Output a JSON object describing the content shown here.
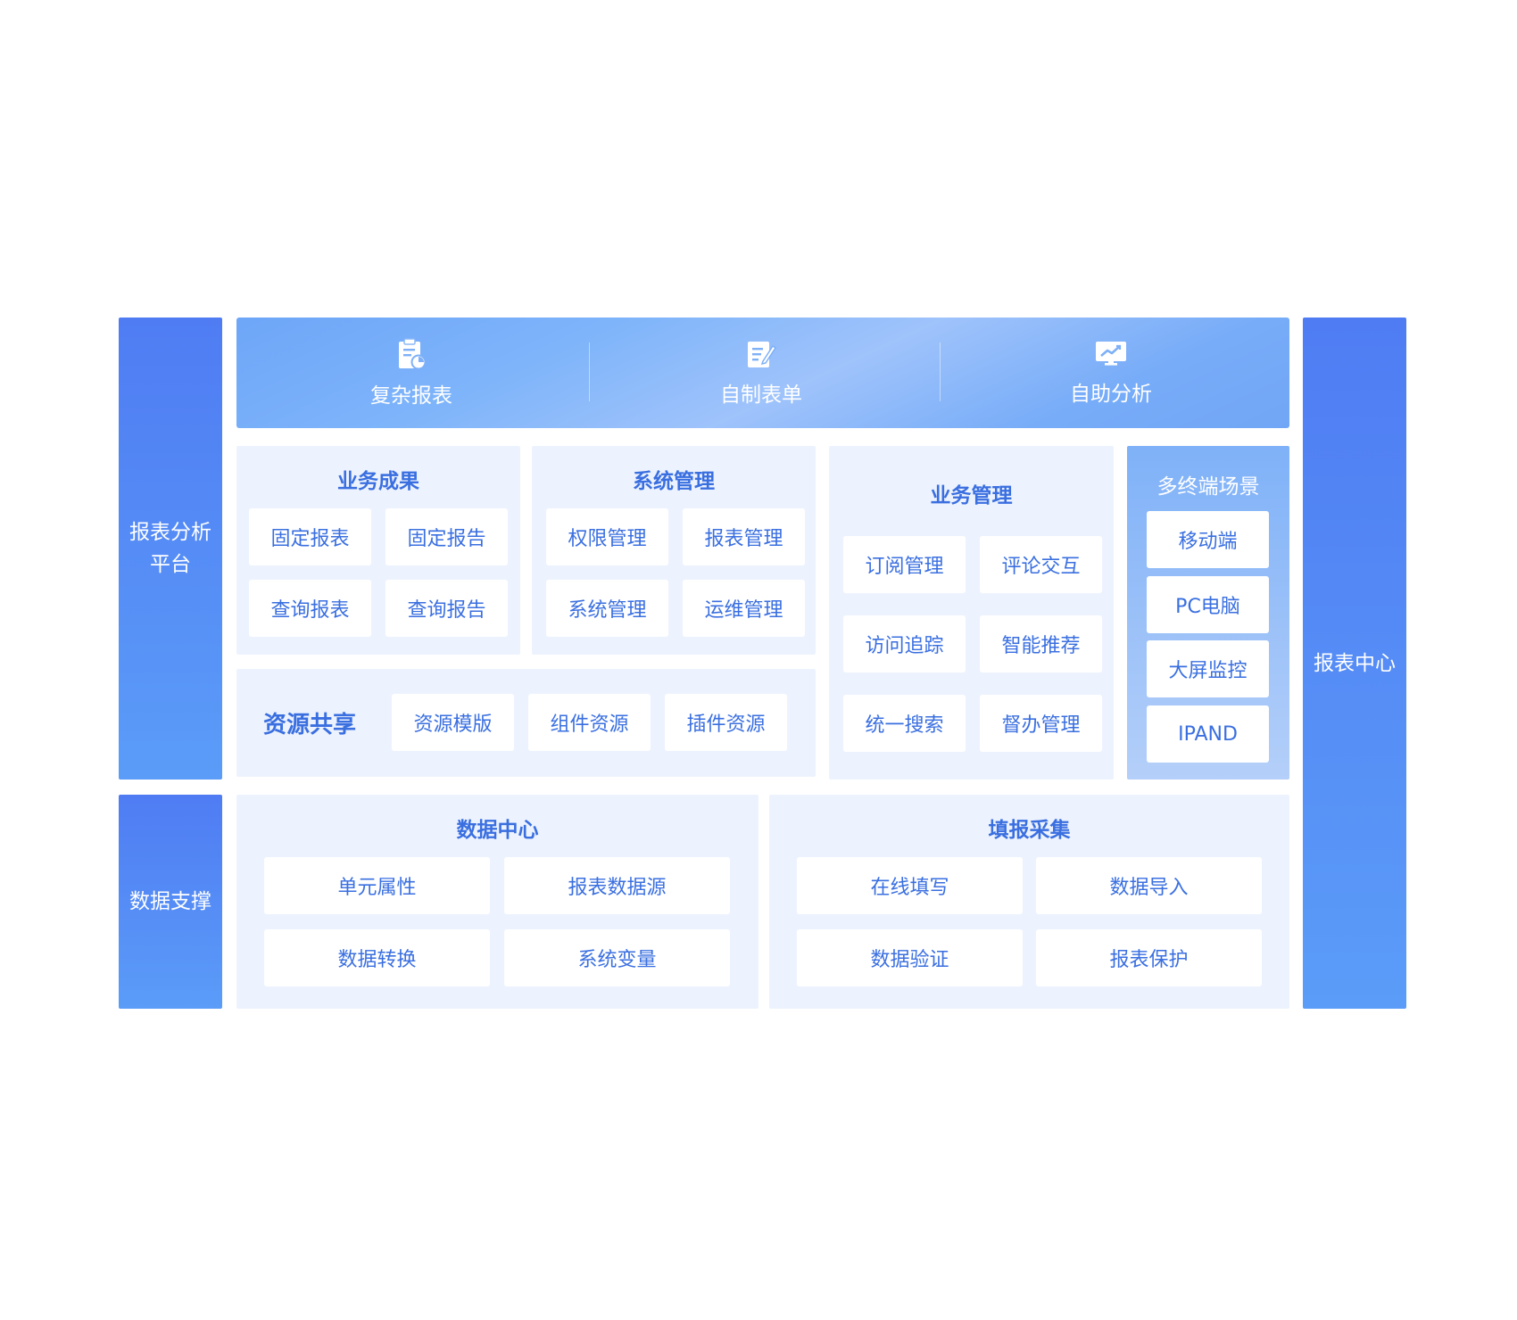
{
  "left_labels": {
    "platform": "报表分析\n平台",
    "data_support": "数据支撑"
  },
  "right_label": "报表中心",
  "top_bar": {
    "items": [
      {
        "label": "复杂报表",
        "icon": "clipboard-chart-icon"
      },
      {
        "label": "自制表单",
        "icon": "form-edit-icon"
      },
      {
        "label": "自助分析",
        "icon": "monitor-trend-icon"
      }
    ]
  },
  "business_results": {
    "title": "业务成果",
    "items": [
      "固定报表",
      "固定报告",
      "查询报表",
      "查询报告"
    ]
  },
  "system_mgmt": {
    "title": "系统管理",
    "items": [
      "权限管理",
      "报表管理",
      "系统管理",
      "运维管理"
    ]
  },
  "resource_share": {
    "title": "资源共享",
    "items": [
      "资源模版",
      "组件资源",
      "插件资源"
    ]
  },
  "business_mgmt": {
    "title": "业务管理",
    "items": [
      "订阅管理",
      "评论交互",
      "访问追踪",
      "智能推荐",
      "统一搜索",
      "督办管理"
    ]
  },
  "multi_terminal": {
    "title": "多终端场景",
    "items": [
      "移动端",
      "PC电脑",
      "大屏监控",
      "IPAND"
    ]
  },
  "data_center": {
    "title": "数据中心",
    "items": [
      "单元属性",
      "报表数据源",
      "数据转换",
      "系统变量"
    ]
  },
  "fill_collect": {
    "title": "填报采集",
    "items": [
      "在线填写",
      "数据导入",
      "数据验证",
      "报表保护"
    ]
  },
  "colors": {
    "primary_text": "#3a6fe0",
    "side_bar_top": "#4f7cf3",
    "side_bar_bottom": "#5b9cf8",
    "panel_bg": "#edf3fe",
    "top_bar": "#78adf8"
  }
}
